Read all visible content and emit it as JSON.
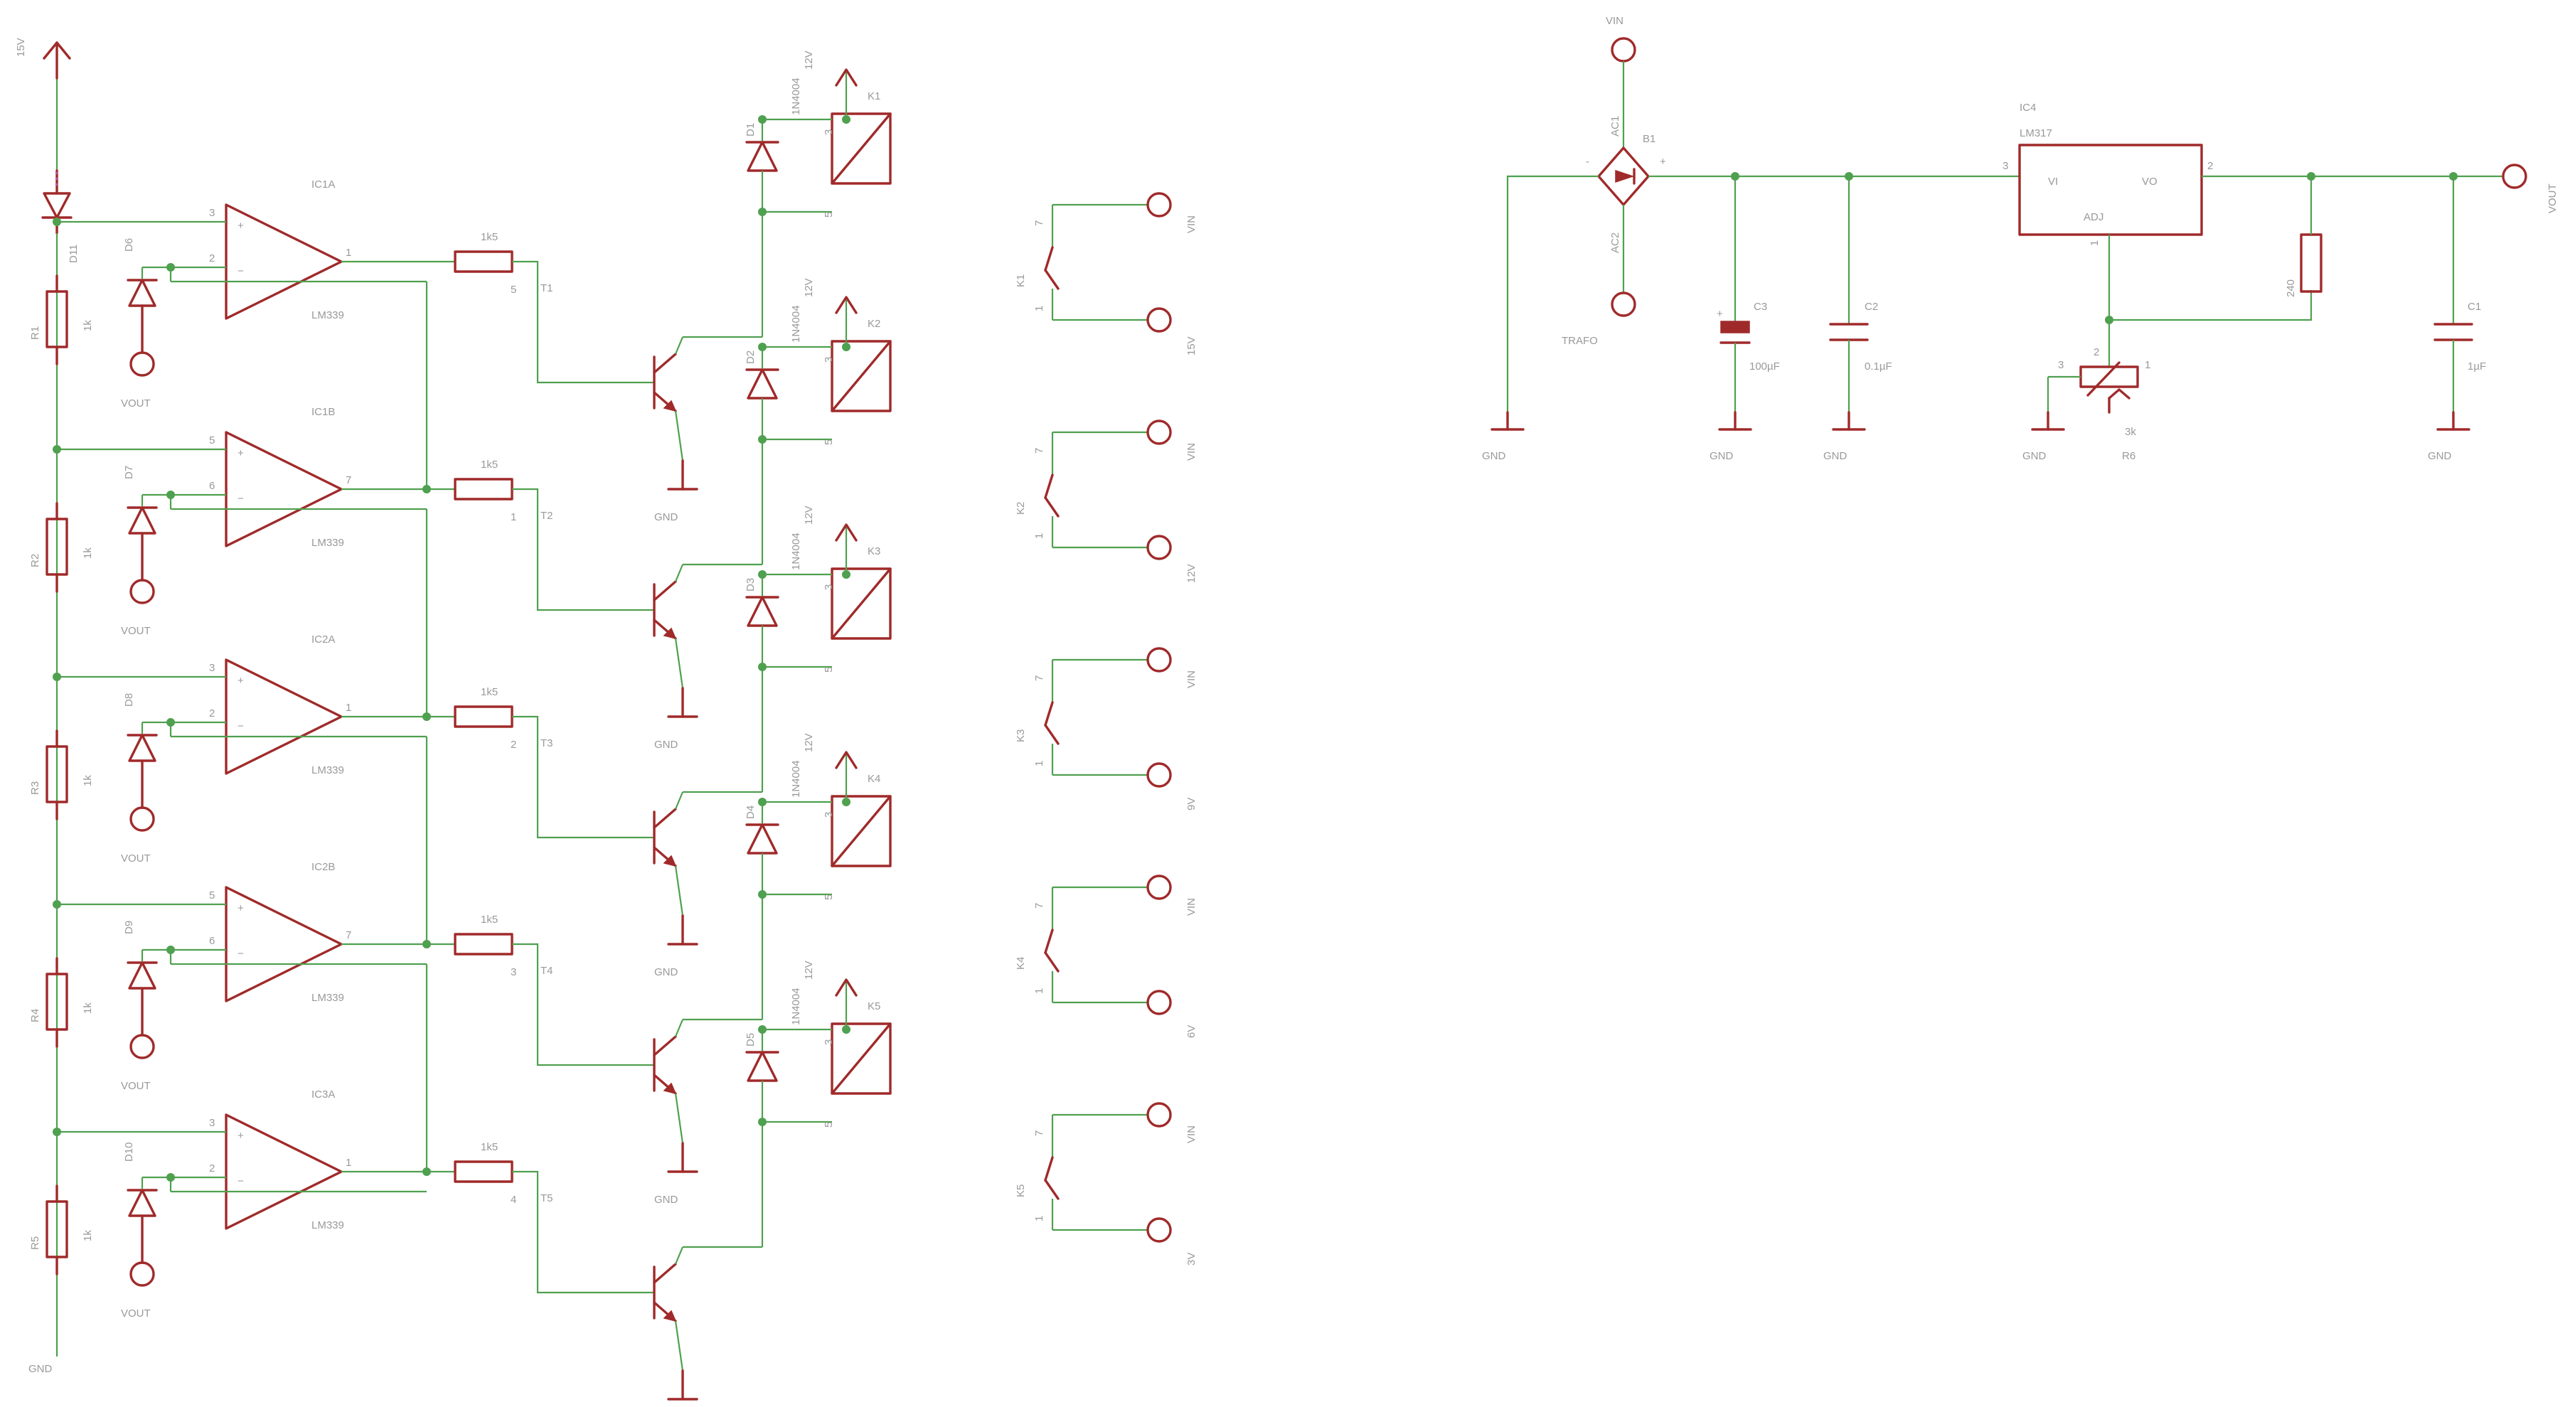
{
  "rails": {
    "top": "15V",
    "bottom": "GND",
    "vout": "VOUT",
    "gnd": "GND",
    "twelve": "12V",
    "vin": "VIN"
  },
  "resistors": [
    {
      "name": "R1",
      "value": "1k"
    },
    {
      "name": "R2",
      "value": "1k"
    },
    {
      "name": "R3",
      "value": "1k"
    },
    {
      "name": "R4",
      "value": "1k"
    },
    {
      "name": "R5",
      "value": "1k"
    }
  ],
  "comparators": [
    {
      "name": "IC1A",
      "part": "LM339",
      "in_plus": "3",
      "in_minus": "2",
      "out": "1",
      "zener": "D6"
    },
    {
      "name": "IC1B",
      "part": "LM339",
      "in_plus": "5",
      "in_minus": "6",
      "out": "7",
      "zener": "D7"
    },
    {
      "name": "IC2A",
      "part": "LM339",
      "in_plus": "3",
      "in_minus": "2",
      "out": "1",
      "zener": "D8"
    },
    {
      "name": "IC2B",
      "part": "LM339",
      "in_plus": "5",
      "in_minus": "6",
      "out": "7",
      "zener": "D9"
    },
    {
      "name": "IC3A",
      "part": "LM339",
      "in_plus": "3",
      "in_minus": "2",
      "out": "1",
      "zener": "D10"
    }
  ],
  "top_diode": "D11",
  "drivers": [
    {
      "base_r": "1k5",
      "transistor": "T1",
      "node": "5",
      "diode": "D1",
      "diode_part": "1N4004",
      "relay": "K1",
      "pin_a": "3",
      "pin_b": "5"
    },
    {
      "base_r": "1k5",
      "transistor": "T2",
      "node": "1",
      "diode": "D2",
      "diode_part": "1N4004",
      "relay": "K2",
      "pin_a": "3",
      "pin_b": "5"
    },
    {
      "base_r": "1k5",
      "transistor": "T3",
      "node": "2",
      "diode": "D3",
      "diode_part": "1N4004",
      "relay": "K3",
      "pin_a": "3",
      "pin_b": "5"
    },
    {
      "base_r": "1k5",
      "transistor": "T4",
      "node": "3",
      "diode": "D4",
      "diode_part": "1N4004",
      "relay": "K4",
      "pin_a": "3",
      "pin_b": "5"
    },
    {
      "base_r": "1k5",
      "transistor": "T5",
      "node": "4",
      "diode": "D5",
      "diode_part": "1N4004",
      "relay": "K5",
      "pin_a": "3",
      "pin_b": "5"
    }
  ],
  "switches": [
    {
      "name": "K1",
      "pin_top": "7",
      "pin_bottom": "1",
      "in": "VIN",
      "out": "15V"
    },
    {
      "name": "K2",
      "pin_top": "7",
      "pin_bottom": "1",
      "in": "VIN",
      "out": "12V"
    },
    {
      "name": "K3",
      "pin_top": "7",
      "pin_bottom": "1",
      "in": "VIN",
      "out": "9V"
    },
    {
      "name": "K4",
      "pin_top": "7",
      "pin_bottom": "1",
      "in": "VIN",
      "out": "6V"
    },
    {
      "name": "K5",
      "pin_top": "7",
      "pin_bottom": "1",
      "in": "VIN",
      "out": "3V"
    }
  ],
  "supply": {
    "vin": "VIN",
    "trafo": "TRAFO",
    "bridge": "B1",
    "ac1": "AC1",
    "ac2": "AC2",
    "minus": "-",
    "plus": "+",
    "gnd": "GND",
    "c3": {
      "name": "C3",
      "value": "100µF"
    },
    "c2": {
      "name": "C2",
      "value": "0.1µF"
    },
    "reg": {
      "name": "IC4",
      "part": "LM317",
      "vi": "VI",
      "vo": "VO",
      "adj": "ADJ",
      "pin_vi": "3",
      "pin_vo": "2",
      "pin_adj": "1"
    },
    "r_fixed": "240",
    "pot": {
      "name": "R6",
      "value": "3k",
      "pin_a": "3",
      "pin_w": "2",
      "pin_b": "1"
    },
    "c1": {
      "name": "C1",
      "value": "1µF"
    },
    "vout": "VOUT"
  }
}
